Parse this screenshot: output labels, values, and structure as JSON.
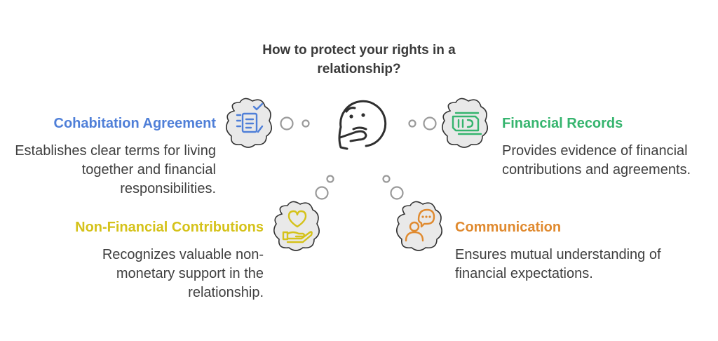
{
  "title": "How to protect your rights in a relationship?",
  "center": {
    "icon": "thinking-face-icon"
  },
  "items": [
    {
      "heading": "Cohabitation Agreement",
      "description": "Establishes clear terms for living together and financial responsibilities.",
      "icon": "contract-document-icon",
      "color": "#4f7fd8"
    },
    {
      "heading": "Financial Records",
      "description": "Provides evidence of financial contributions and agreements.",
      "icon": "money-stack-icon",
      "color": "#35b46e"
    },
    {
      "heading": "Non-Financial Contributions",
      "description": "Recognizes valuable non-monetary support in the relationship.",
      "icon": "heart-hand-icon",
      "color": "#d5c21a"
    },
    {
      "heading": "Communication",
      "description": "Ensures mutual understanding of financial expectations.",
      "icon": "speech-person-icon",
      "color": "#e08a2f"
    }
  ]
}
